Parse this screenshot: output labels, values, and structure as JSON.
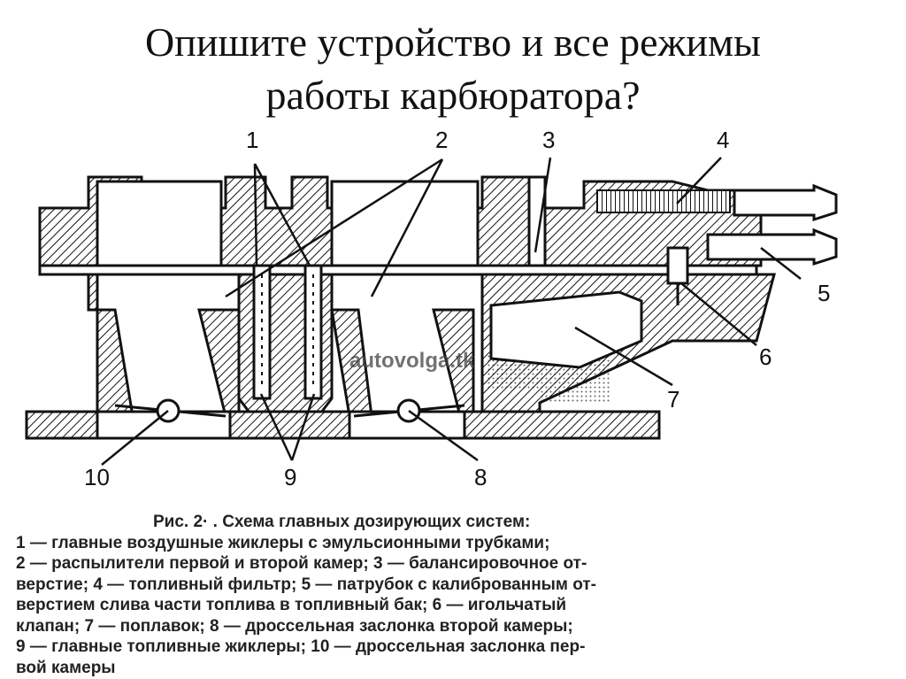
{
  "slide": {
    "title_line1": "Опишите  устройство и все режимы",
    "title_line2": "работы карбюратора?"
  },
  "diagram": {
    "callouts": {
      "n1": "1",
      "n2": "2",
      "n3": "3",
      "n4": "4",
      "n5": "5",
      "n6": "6",
      "n7": "7",
      "n8": "8",
      "n9": "9",
      "n10": "10"
    },
    "watermark": "autovolga.tk"
  },
  "caption": {
    "lines": [
      "Рис. 2·    . Схема главных дозирующих систем:",
      "1 — главные воздушные жиклеры с эмульсионными трубками;",
      "2 — распылители первой и второй камер; 3 — балансировочное от-",
      "верстие; 4 — топливный фильтр; 5 — патрубок с калиброванным от-",
      "верстием слива части топлива в топливный бак; 6 — игольчатый",
      "клапан; 7 — поплавок; 8 — дроссельная заслонка второй камеры;",
      "9 — главные топливные жиклеры; 10 — дроссельная заслонка пер-",
      "вой камеры"
    ]
  }
}
